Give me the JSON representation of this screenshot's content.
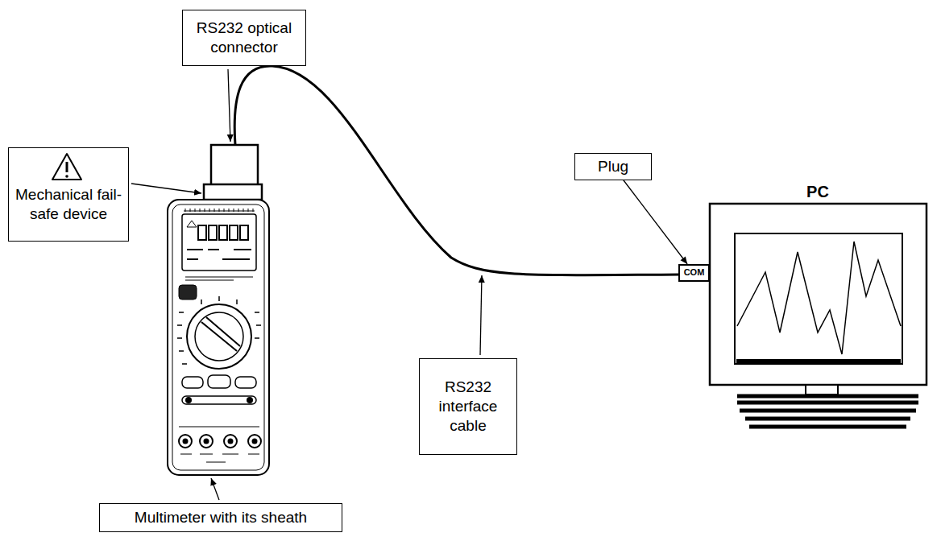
{
  "diagram": {
    "nodes": [
      {
        "text": [
          "RS232 optical connector"
        ]
      },
      {
        "text": [
          "Mechanical fail-safe device"
        ]
      },
      {
        "text": [
          "Plug"
        ]
      },
      {
        "text": [
          "PC"
        ]
      },
      {
        "text": [
          "COM"
        ]
      },
      {
        "text": [
          "RS232 interface cable"
        ]
      },
      {
        "text": [
          "Multimeter with its sheath"
        ]
      }
    ],
    "edges": [
      {
        "from": 2,
        "to": 4,
        "arrow": "to"
      }
    ]
  }
}
